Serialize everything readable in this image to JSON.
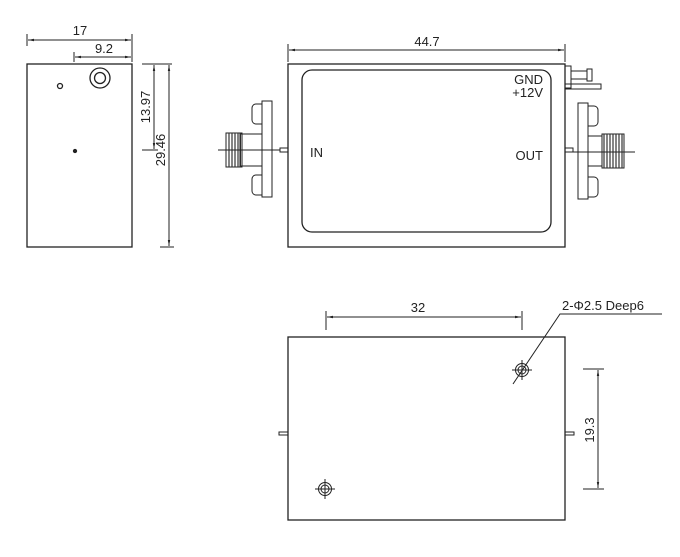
{
  "drawing": {
    "side_view": {
      "dim_width": "17",
      "dim_offset": "9.2",
      "dim_height_partial": "13.97",
      "dim_height_total": "29.46"
    },
    "top_view": {
      "dim_length": "44.7",
      "label_in": "IN",
      "label_out": "OUT",
      "label_gnd": "GND",
      "label_power": "+12V"
    },
    "bottom_view": {
      "dim_hole_spacing_x": "32",
      "dim_hole_spacing_y": "19.3",
      "hole_callout": "2-Φ2.5 Deep6"
    }
  },
  "colors": {
    "line": "#222222",
    "background": "#ffffff"
  }
}
